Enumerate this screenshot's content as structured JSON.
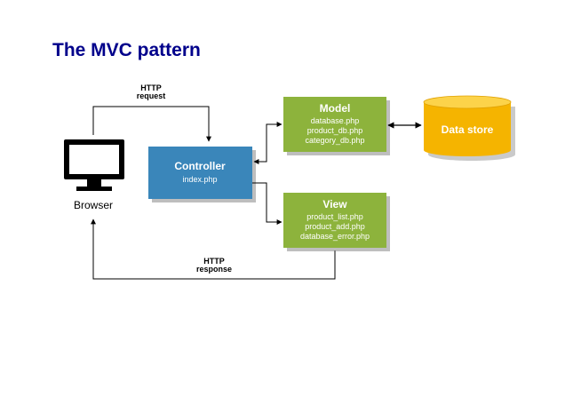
{
  "title": "The MVC pattern",
  "browser": {
    "label": "Browser"
  },
  "http_request": {
    "line1": "HTTP",
    "line2": "request"
  },
  "http_response": {
    "line1": "HTTP",
    "line2": "response"
  },
  "controller": {
    "title": "Controller",
    "files": [
      "index.php"
    ]
  },
  "model": {
    "title": "Model",
    "files": [
      "database.php",
      "product_db.php",
      "category_db.php"
    ]
  },
  "view": {
    "title": "View",
    "files": [
      "product_list.php",
      "product_add.php",
      "database_error.php"
    ]
  },
  "datastore": {
    "label": "Data store"
  },
  "colors": {
    "title": "#00008b",
    "controller": "#3a86ba",
    "mvc_green": "#8db33c",
    "datastore": "#f5b400",
    "datastore_top": "#fcd34a"
  }
}
